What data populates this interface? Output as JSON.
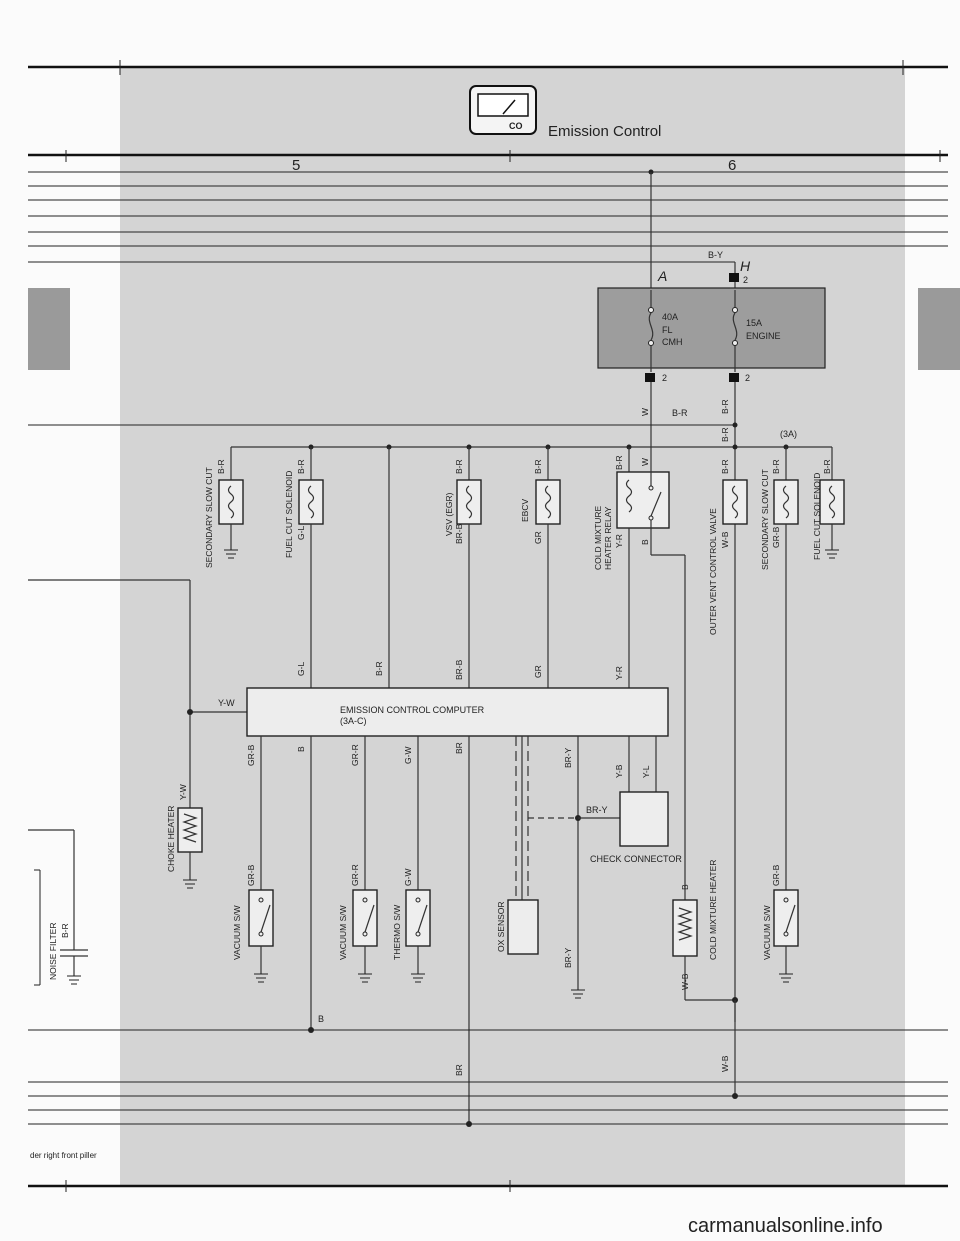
{
  "header": {
    "title": "Emission Control",
    "icon": "co-meter-icon",
    "icon_text": "CO",
    "column_numbers": [
      "5",
      "6"
    ]
  },
  "fuse_block": {
    "connector_left": "A",
    "connector_right": "H",
    "pin_top": "2",
    "pin_bottom_left": "2",
    "pin_bottom_right": "2",
    "top_wire": "B-Y",
    "fuse_1": {
      "rating": "40A",
      "name_1": "FL",
      "name_2": "CMH"
    },
    "fuse_2": {
      "rating": "15A",
      "name_1": "ENGINE"
    }
  },
  "supply_wires": {
    "w": "W",
    "br": "B-R",
    "br_right": "B-R",
    "br_right_2": "B-R",
    "ref_3a": "(3A)"
  },
  "components": [
    {
      "name": "SECONDARY SLOW CUT",
      "top_wire": "B-R"
    },
    {
      "name": "FUEL CUT SOLENOID",
      "top_wire": "B-R",
      "bottom_wire": "G-L"
    },
    {
      "name": "VSV (EGR)",
      "top_wire": "B-R",
      "bottom_wire": "BR-B"
    },
    {
      "name": "EBCV",
      "top_wire": "B-R",
      "bottom_wire": "GR"
    },
    {
      "name_1": "COLD MIXTURE",
      "name_2": "HEATER RELAY",
      "top_wire": "B-R",
      "bottom_wire": "Y-R",
      "right_top": "W",
      "right_bottom": "B"
    },
    {
      "name": "OUTER VENT CONTROL VALVE",
      "top_wire": "B-R",
      "bottom_wire": "W-B"
    },
    {
      "name": "SECONDARY SLOW CUT",
      "top_wire": "B-R",
      "bottom_wire": "GR-B"
    },
    {
      "name": "FUEL CUT SOLENOID",
      "top_wire": "B-R"
    }
  ],
  "computer": {
    "title": "EMISSION CONTROL COMPUTER",
    "subtitle": "(3A-C)",
    "left_input": "Y-W",
    "top_wires": [
      "G-L",
      "B-R",
      "BR-B",
      "GR",
      "Y-R"
    ],
    "bottom_wires": [
      "GR-B",
      "B",
      "GR-R",
      "G-W",
      "BR",
      "BR-Y",
      "Y-B",
      "Y-L"
    ]
  },
  "lower_components": {
    "choke_heater": {
      "name": "CHOKE HEATER",
      "wire": "Y-W"
    },
    "vacuum_sw_1": {
      "name": "VACUUM S/W",
      "wire": "GR-B"
    },
    "vacuum_sw_2": {
      "name": "VACUUM S/W",
      "wire": "GR-R"
    },
    "thermo_sw": {
      "name": "THERMO S/W",
      "wire": "G-W"
    },
    "ox_sensor": {
      "name": "OX SENSOR"
    },
    "check_connector": {
      "name": "CHECK CONNECTOR",
      "wire": "BR-Y"
    },
    "cold_mixture_heater": {
      "name": "COLD MIXTURE HEATER",
      "top_wire": "B",
      "bottom_wire": "W-B"
    },
    "vacuum_sw_3": {
      "name": "VACUUM S/W",
      "wire": "GR-B"
    },
    "noise_filter": {
      "name": "NOISE FILTER",
      "wire": "B-R"
    },
    "brv_wire": "BR-Y"
  },
  "bottom_wires": {
    "b": "B",
    "br": "BR",
    "wb": "W-B"
  },
  "footer": {
    "location_note": "der right front piller"
  },
  "watermark": "carmanualsonline.info"
}
